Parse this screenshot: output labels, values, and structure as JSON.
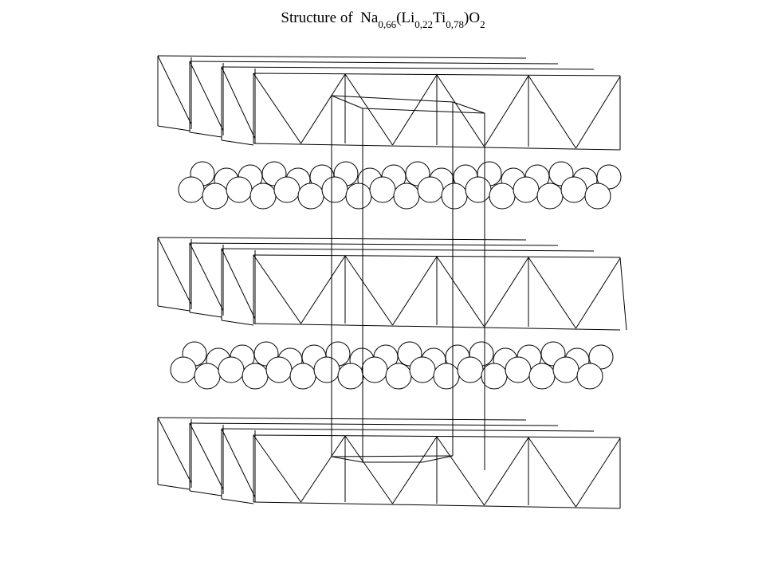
{
  "title": {
    "prefix": "Structure of  Na",
    "na_sub": "0,66",
    "li_part": "(Li",
    "li_sub": "0,22",
    "ti_part": "Ti",
    "ti_sub": "0,78",
    "o_part": ")O",
    "o_sub": "2"
  },
  "colors": {
    "line": "#000000",
    "background": "#ffffff",
    "atom_fill": "#ffffff"
  }
}
